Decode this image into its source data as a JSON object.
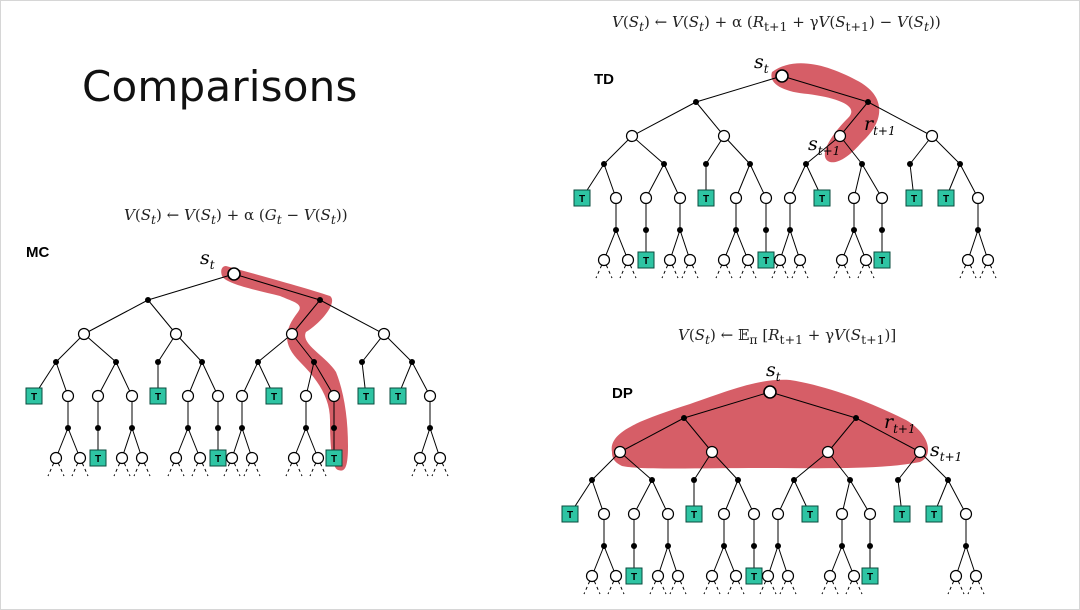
{
  "slide": {
    "title": "Comparisons"
  },
  "panels": {
    "mc": {
      "label": "MC",
      "equation": "V(S_t) ← V(S_t) + α (G_t − V(S_t))",
      "node_label_root": "s",
      "node_label_root_sub": "t"
    },
    "td": {
      "label": "TD",
      "equation": "V(S_t) ← V(S_t) + α (R_t+1 + γV(S_t+1) − V(S_t))",
      "node_label_root": "s",
      "node_label_root_sub": "t",
      "node_label_reward": "r",
      "node_label_reward_sub": "t+1",
      "node_label_next": "s",
      "node_label_next_sub": "t+1"
    },
    "dp": {
      "label": "DP",
      "equation": "V(S_t) ← 𝔼π [R_t+1 + γV(S_t+1)]",
      "node_label_root": "s",
      "node_label_root_sub": "t",
      "node_label_reward": "r",
      "node_label_reward_sub": "t+1",
      "node_label_next": "s",
      "node_label_next_sub": "t+1"
    }
  },
  "terminal_label": "T",
  "colors": {
    "highlight": "#d2505a",
    "terminal_fill": "#2ec4a3",
    "terminal_text": "#000000",
    "line": "#000000"
  }
}
